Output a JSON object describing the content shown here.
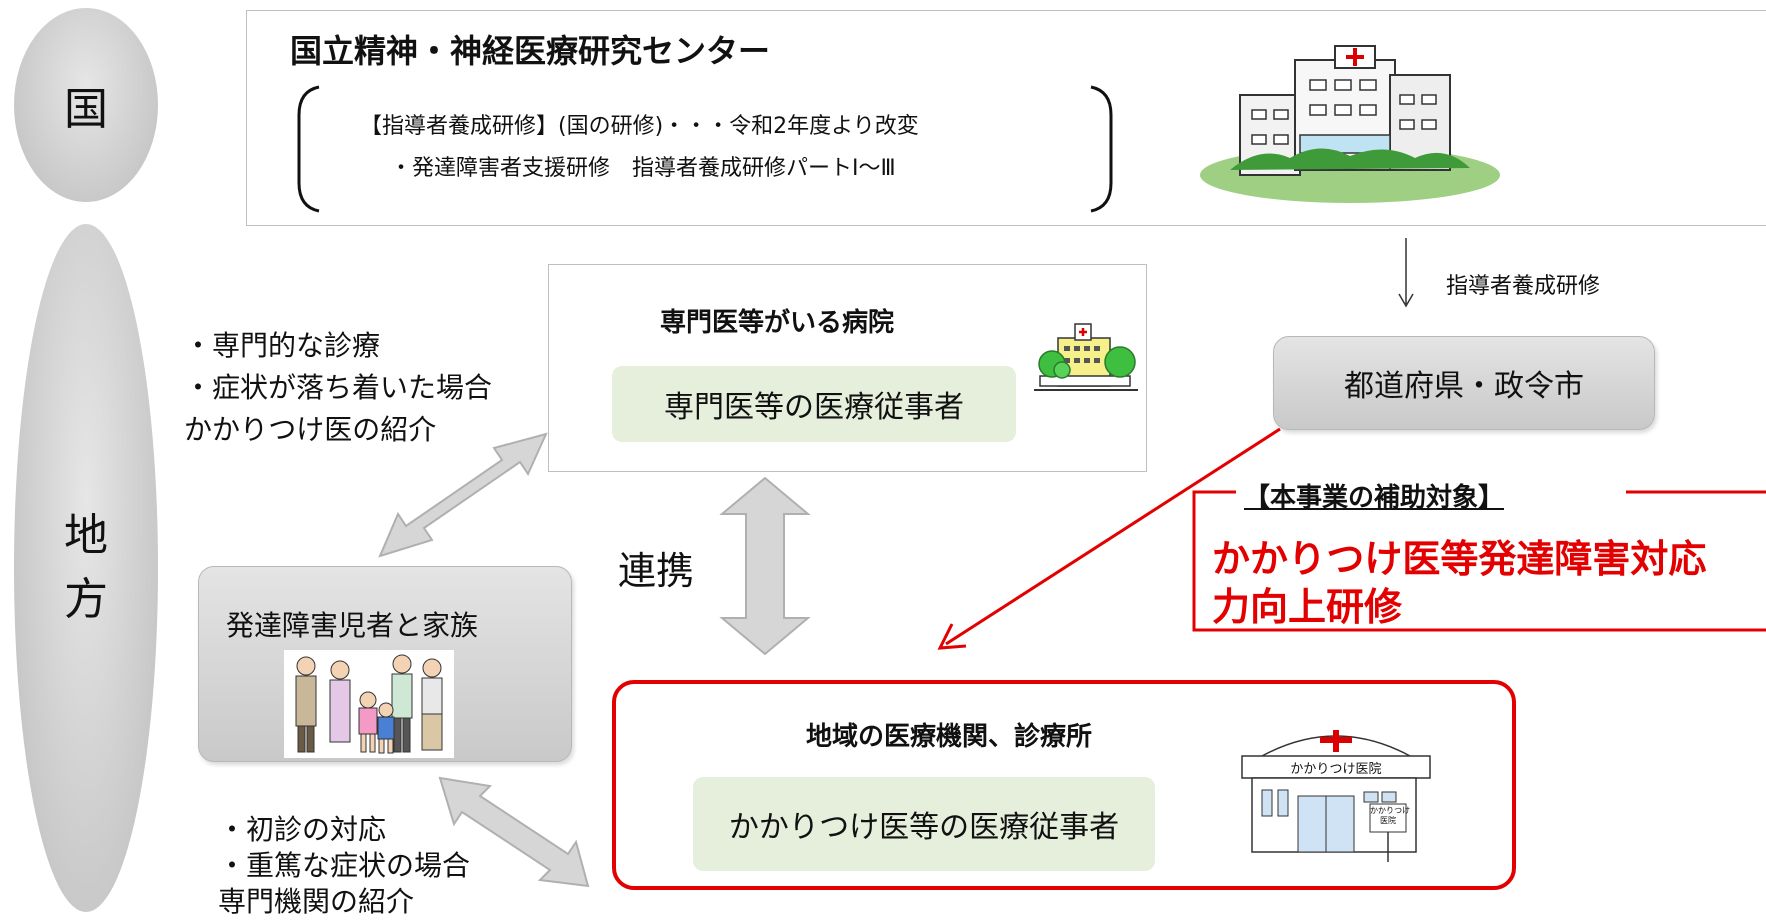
{
  "regions": {
    "national": "国",
    "local": "地\n方"
  },
  "national_center": {
    "title": "国立精神・神経医療研究センター",
    "line1": "【指導者養成研修】(国の研修)・・・令和2年度より改変",
    "line2": "・発達障害者支援研修　指導者養成研修パートⅠ～Ⅲ"
  },
  "instructor_training_label": "指導者養成研修",
  "prefecture_box": "都道府県・政令市",
  "specialist_hospital": {
    "title": "専門医等がいる病院",
    "staff": "専門医等の医療従事者"
  },
  "collaboration_label": "連携",
  "patients_box": "発達障害児者と家族",
  "left_notes_top": [
    "・専門的な診療",
    "・症状が落ち着いた場合",
    "かかりつけ医の紹介"
  ],
  "left_notes_bottom": [
    "・初診の対応",
    "・重篤な症状の場合",
    "専門機関の紹介"
  ],
  "subsidy": {
    "heading": "【本事業の補助対象】",
    "line1": "かかりつけ医等発達障害対応",
    "line2": "力向上研修"
  },
  "local_clinic": {
    "title": "地域の医療機関、診療所",
    "staff": "かかりつけ医等の医療従事者",
    "sign": "かかりつけ医院",
    "door_sign": "かかりつけ\n医院"
  },
  "colors": {
    "accent_red": "#e30000",
    "green_box": "#e6efdc",
    "grey_box": "#d0d0d0"
  }
}
